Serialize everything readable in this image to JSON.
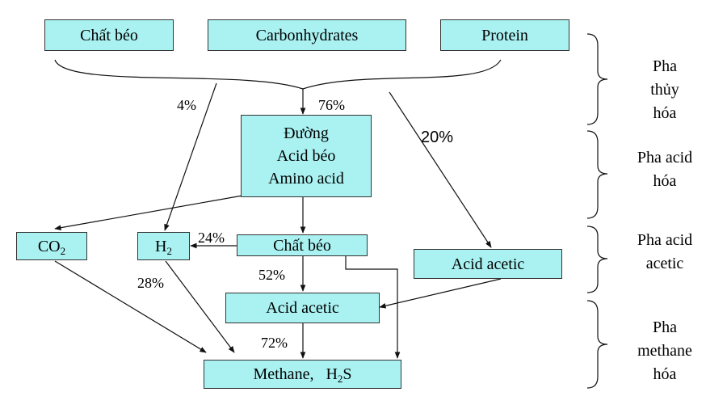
{
  "inputs": {
    "fat": "Chất béo",
    "carbohydrates": "Carbonhydrates",
    "protein": "Protein"
  },
  "intermediate": {
    "lines": [
      "Đường",
      "Acid béo",
      "Amino acid"
    ]
  },
  "nodes": {
    "co2_base": "CO",
    "co2_sub": "2",
    "h2_base": "H",
    "h2_sub": "2",
    "fat2": "Chất béo",
    "acetic_right": "Acid acetic",
    "acetic_center": "Acid acetic",
    "methane_text": "Methane,   H",
    "methane_sub": "2",
    "methane_tail": "S"
  },
  "percentages": {
    "p4": "4%",
    "p76": "76%",
    "p20": "20%",
    "p24": "24%",
    "p28": "28%",
    "p52": "52%",
    "p72": "72%"
  },
  "phases": [
    {
      "lines": [
        "Pha",
        "thủy",
        "hóa"
      ]
    },
    {
      "lines": [
        "Pha acid",
        "hóa"
      ]
    },
    {
      "lines": [
        "Pha acid",
        "acetic"
      ]
    },
    {
      "lines": [
        "Pha",
        "methane",
        "hóa"
      ]
    }
  ]
}
